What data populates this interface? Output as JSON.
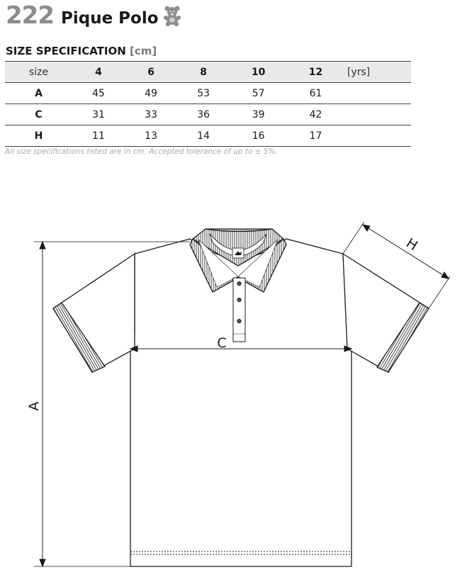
{
  "header": {
    "model_number": "222",
    "product_name": "Pique Polo",
    "icon": "teddy-bear-icon"
  },
  "spec": {
    "heading": "SIZE SPECIFICATION",
    "heading_unit": "[cm]",
    "size_label": "size",
    "unit_label": "[yrs]",
    "sizes": [
      "4",
      "6",
      "8",
      "10",
      "12"
    ],
    "rows": [
      {
        "label": "A",
        "values": [
          "45",
          "49",
          "53",
          "57",
          "61"
        ]
      },
      {
        "label": "C",
        "values": [
          "31",
          "33",
          "36",
          "39",
          "42"
        ]
      },
      {
        "label": "H",
        "values": [
          "11",
          "13",
          "14",
          "16",
          "17"
        ]
      }
    ],
    "note": "All size specifications listed are in cm. Accepted tolerance of up to ± 5%."
  },
  "drawing": {
    "label_a": "A",
    "label_c": "C",
    "label_h": "H"
  }
}
